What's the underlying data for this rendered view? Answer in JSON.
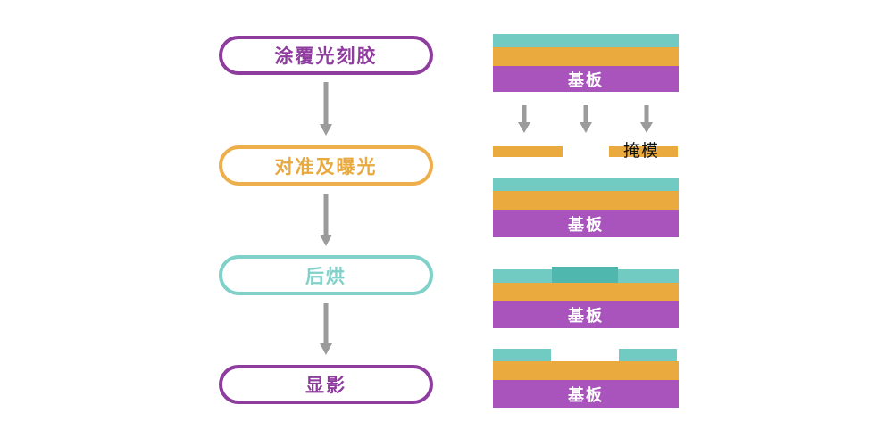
{
  "colors": {
    "background": "#ffffff",
    "purple_border": "#8e3c9d",
    "orange_border": "#edaf4b",
    "orange_text": "#e8a93e",
    "teal_border": "#7fd1c9",
    "arrow_gray": "#9b9b9b",
    "layer_teal": "#72cbc3",
    "layer_teal_dark": "#4fb7ae",
    "layer_orange": "#ebaa3e",
    "layer_purple": "#a854bc",
    "substrate_text": "#ffffff",
    "mask_label_text": "#111111"
  },
  "flowchart": {
    "steps": [
      {
        "label": "涂覆光刻胶",
        "color": "#8e3c9d"
      },
      {
        "label": "对准及曝光",
        "color": "#e8a93e"
      },
      {
        "label": "后烘",
        "color": "#7fd1c9"
      },
      {
        "label": "显影",
        "color": "#8e3c9d"
      }
    ]
  },
  "diagram": {
    "substrate_label": "基板",
    "mask_label": "掩模",
    "stacks": [
      {
        "name": "coated-substrate",
        "layers": [
          "teal",
          "orange",
          "purple(基板)"
        ]
      },
      {
        "name": "after-exposure",
        "layers": [
          "teal",
          "orange",
          "purple(基板)"
        ]
      },
      {
        "name": "after-post-bake",
        "layers": [
          "teal+dark-exposed-center",
          "orange",
          "purple(基板)"
        ]
      },
      {
        "name": "after-development",
        "layers": [
          "teal-with-gap",
          "orange",
          "purple(基板)"
        ]
      }
    ]
  }
}
